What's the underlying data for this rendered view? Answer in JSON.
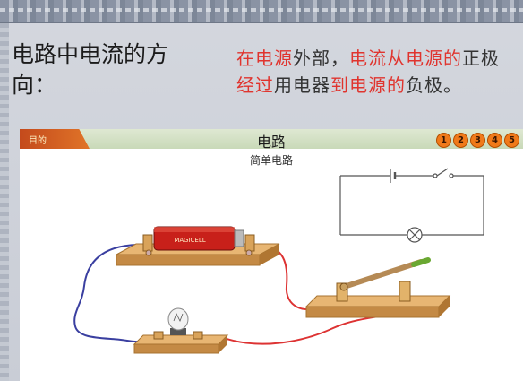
{
  "title": "电路中电流的方向：",
  "description": [
    {
      "text": "在电源",
      "color": "red"
    },
    {
      "text": "外部，",
      "color": "dark"
    },
    {
      "text": "电流从电源的",
      "color": "red"
    },
    {
      "text": "正极",
      "color": "dark"
    },
    {
      "text": "经过",
      "color": "red"
    },
    {
      "text": "用电器",
      "color": "dark"
    },
    {
      "text": "到电源的",
      "color": "red"
    },
    {
      "text": "负极。",
      "color": "dark"
    }
  ],
  "panel": {
    "tab_label": "目的",
    "title": "电路",
    "subtitle": "简单电路",
    "steps": [
      "1",
      "2",
      "3",
      "4",
      "5"
    ],
    "battery_label": "MAGICELL"
  }
}
